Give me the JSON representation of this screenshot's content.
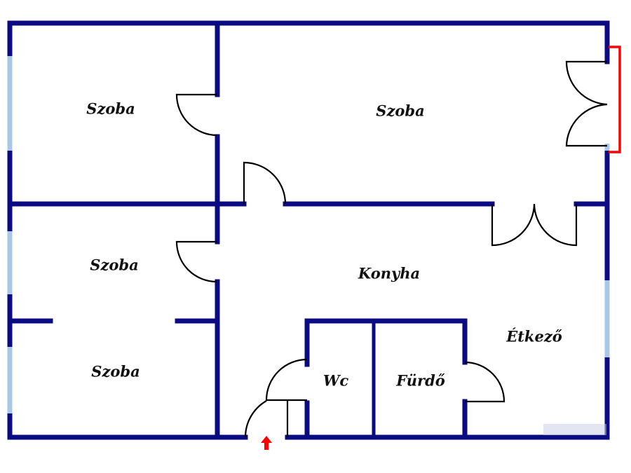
{
  "rooms": {
    "szoba_top_left": "Szoba",
    "szoba_top_right": "Szoba",
    "szoba_mid_left": "Szoba",
    "szoba_bottom_left": "Szoba",
    "konyha": "Konyha",
    "etkezo": "Étkező",
    "wc": "Wc",
    "furdo": "Fürdő"
  },
  "colors": {
    "wall": "#0a0a82",
    "window": "#a9c8e8",
    "door": "#000000",
    "entrance_arrow": "#ff0000",
    "balcony": "#ff0000"
  }
}
